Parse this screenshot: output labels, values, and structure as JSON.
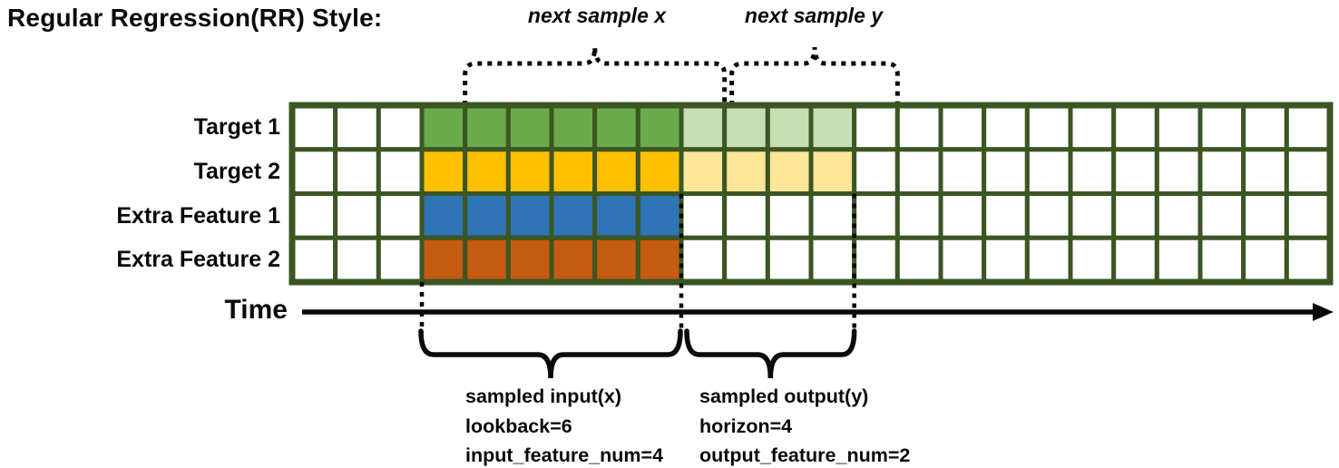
{
  "title": "Regular Regression(RR) Style:",
  "annotations": {
    "next_sample_x": "next sample x",
    "next_sample_y": "next sample y",
    "time_label": "Time",
    "input_lines": [
      "sampled input(x)",
      "lookback=6",
      "input_feature_num=4"
    ],
    "output_lines": [
      "sampled output(y)",
      "horizon=4",
      "output_feature_num=2"
    ]
  },
  "rows": [
    {
      "label": "Target 1",
      "color": "#6aab4c",
      "light_color": "#c5dfb4"
    },
    {
      "label": "Target 2",
      "color": "#ffc000",
      "light_color": "#ffe699"
    },
    {
      "label": "Extra Feature 1",
      "color": "#2e74b6",
      "light_color": null
    },
    {
      "label": "Extra Feature 2",
      "color": "#c55a11",
      "light_color": null
    }
  ],
  "grid": {
    "total_columns": 24,
    "lead_empty_columns": 3,
    "lookback": 6,
    "horizon": 4,
    "next_sample_shift": 1,
    "border_color": "#3b5623",
    "cell_fill": "#ffffff",
    "annotation_color": "#0a0a0a"
  }
}
